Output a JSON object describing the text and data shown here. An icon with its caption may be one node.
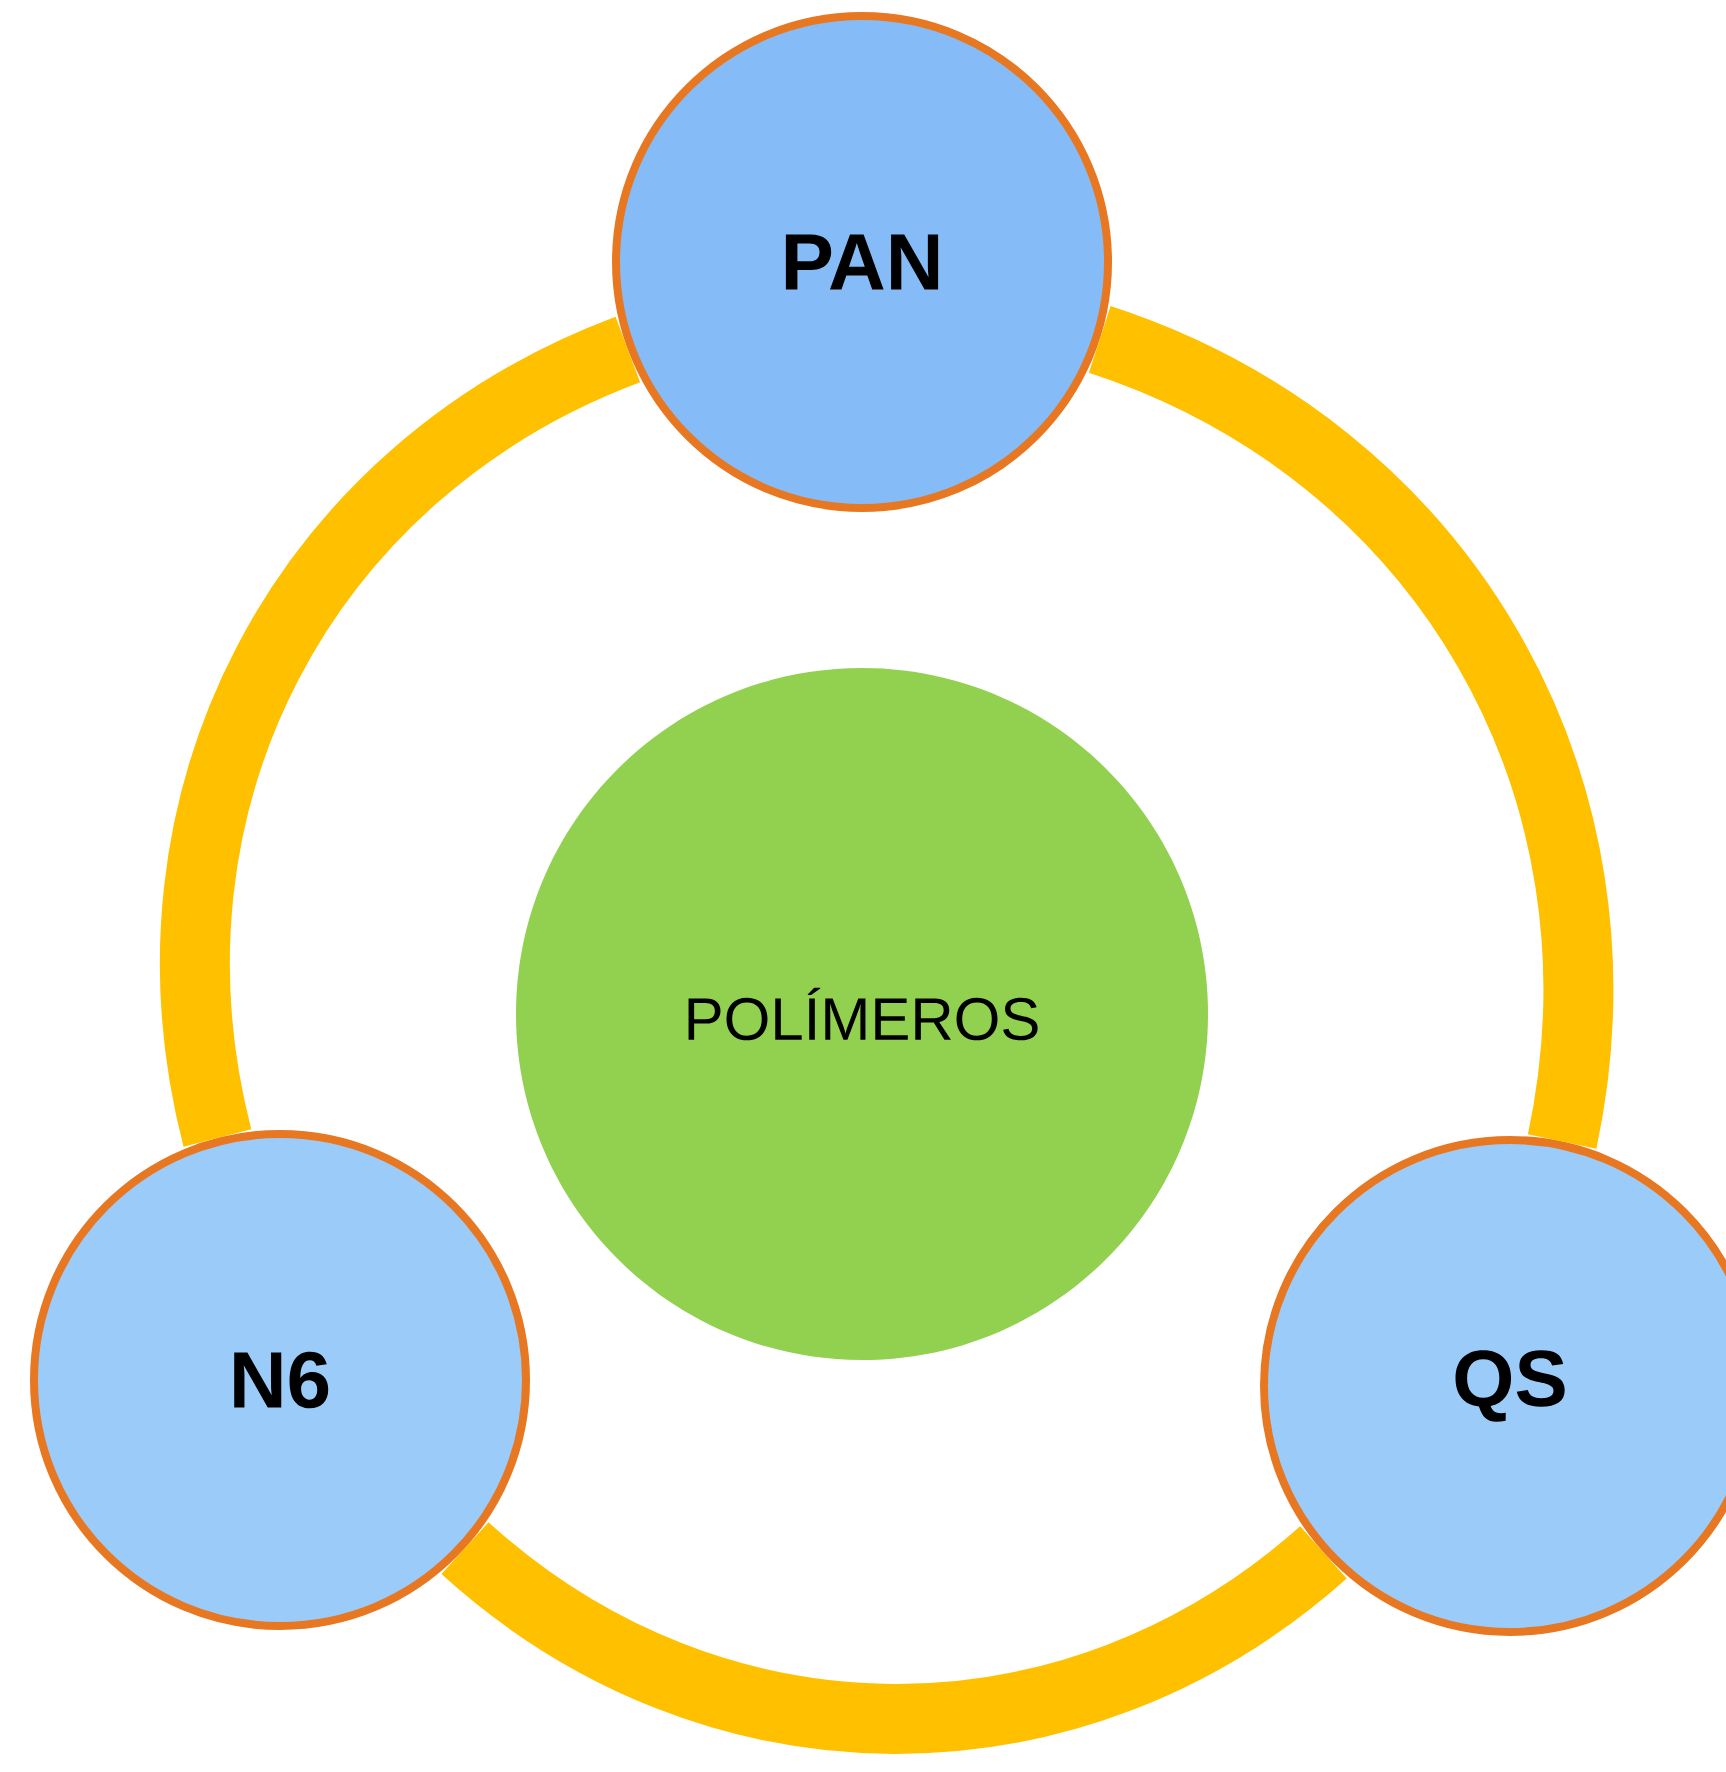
{
  "diagram": {
    "nodes": [
      {
        "text": [
          "PAN"
        ]
      },
      {
        "text": [
          "POLÍMEROS"
        ]
      },
      {
        "text": [
          "N6"
        ]
      },
      {
        "text": [
          "QS"
        ]
      }
    ],
    "edges": [
      {
        "from": 0,
        "to": 3,
        "arrow": "none"
      },
      {
        "from": 3,
        "to": 2,
        "arrow": "none"
      },
      {
        "from": 2,
        "to": 0,
        "arrow": "none"
      }
    ]
  }
}
